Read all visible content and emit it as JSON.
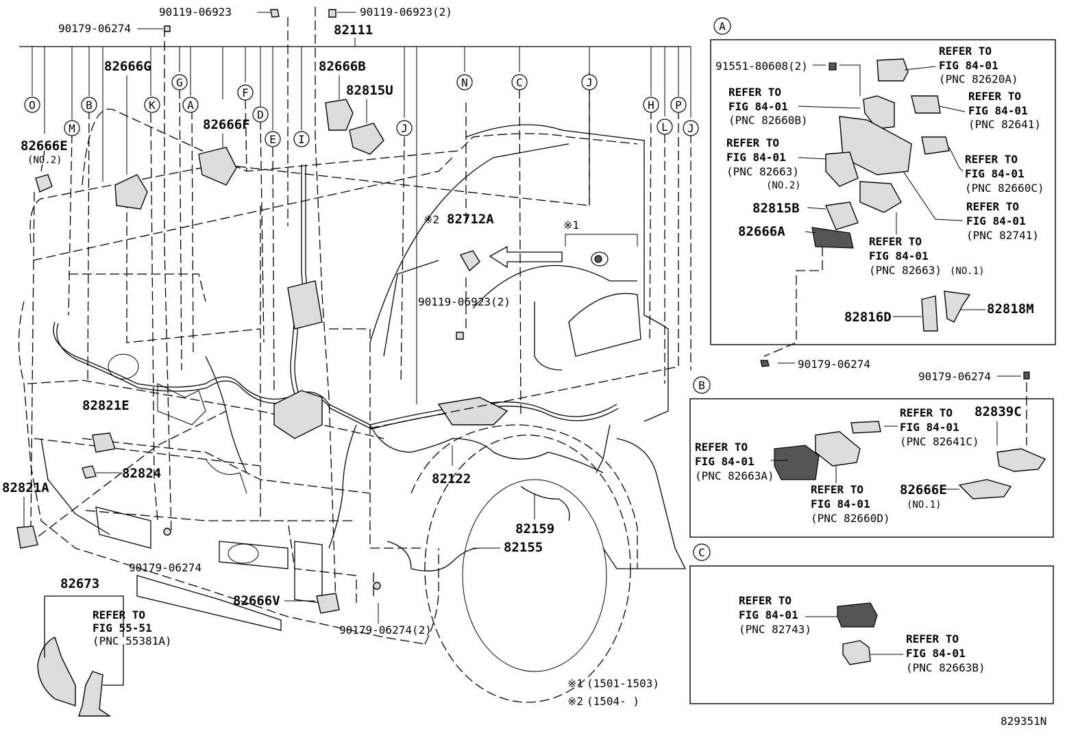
{
  "diagram_id": "829351N",
  "notes": [
    {
      "mark": "※1",
      "text": "(1501-1503)"
    },
    {
      "mark": "※2",
      "text": "(1504-     )"
    }
  ],
  "main": {
    "part_labels": {
      "p90119_06923_top": "90119-06923",
      "p90119_06923_2_top": "90119-06923(2)",
      "p90179_06274_top": "90179-06274",
      "p82111": "82111",
      "p82666G": "82666G",
      "p82666B": "82666B",
      "p82815U": "82815U",
      "p82666F": "82666F",
      "p82666E": "82666E",
      "no2": "(NO.2)",
      "p82712A": "82712A",
      "mark2": "※2",
      "mark1": "※1",
      "p90119_06923_2_mid": "90119-06923(2)",
      "p82821E": "82821E",
      "p82824": "82824",
      "p82821A": "82821A",
      "p82122": "82122",
      "p82159": "82159",
      "p82155": "82155",
      "p90179_06274_low": "90179-06274",
      "p82666V": "82666V",
      "p90179_06274_2": "90179-06274(2)",
      "p82673": "82673"
    },
    "refer_55": [
      "REFER TO",
      "FIG 55-51",
      "(PNC 55381A)"
    ],
    "circle_labels": [
      "O",
      "M",
      "B",
      "K",
      "G",
      "A",
      "F",
      "D",
      "E",
      "I",
      "N",
      "C",
      "J",
      "J",
      "H",
      "L",
      "P",
      "J"
    ]
  },
  "panelA": {
    "letter": "A",
    "bolt": "91551-80608(2)",
    "refers": [
      [
        "REFER TO",
        "FIG 84-01",
        "(PNC 82620A)"
      ],
      [
        "REFER TO",
        "FIG 84-01",
        "(PNC 82660B)"
      ],
      [
        "REFER TO",
        "FIG 84-01",
        "(PNC 82641)"
      ],
      [
        "REFER TO",
        "FIG 84-01",
        "(PNC 82663)"
      ],
      [
        "REFER TO",
        "FIG 84-01",
        "(PNC 82660C)"
      ],
      [
        "REFER TO",
        "FIG 84-01",
        "(PNC 82741)"
      ],
      [
        "REFER TO",
        "FIG 84-01",
        "(PNC 82663)"
      ]
    ],
    "no2": "(NO.2)",
    "no1": "(NO.1)",
    "p82815B": "82815B",
    "p82666A": "82666A",
    "p82816D": "82816D",
    "p82818M": "82818M",
    "p90179_06274": "90179-06274"
  },
  "panelB": {
    "letter": "B",
    "p90179_06274": "90179-06274",
    "p82839C": "82839C",
    "p82666E": "82666E",
    "no1": "(NO.1)",
    "refers": [
      [
        "REFER TO",
        "FIG 84-01",
        "(PNC 82641C)"
      ],
      [
        "REFER TO",
        "FIG 84-01",
        "(PNC 82663A)"
      ],
      [
        "REFER TO",
        "FIG 84-01",
        "(PNC 82660D)"
      ]
    ]
  },
  "panelC": {
    "letter": "C",
    "refers": [
      [
        "REFER TO",
        "FIG 84-01",
        "(PNC 82743)"
      ],
      [
        "REFER TO",
        "FIG 84-01",
        "(PNC 82663B)"
      ]
    ]
  }
}
